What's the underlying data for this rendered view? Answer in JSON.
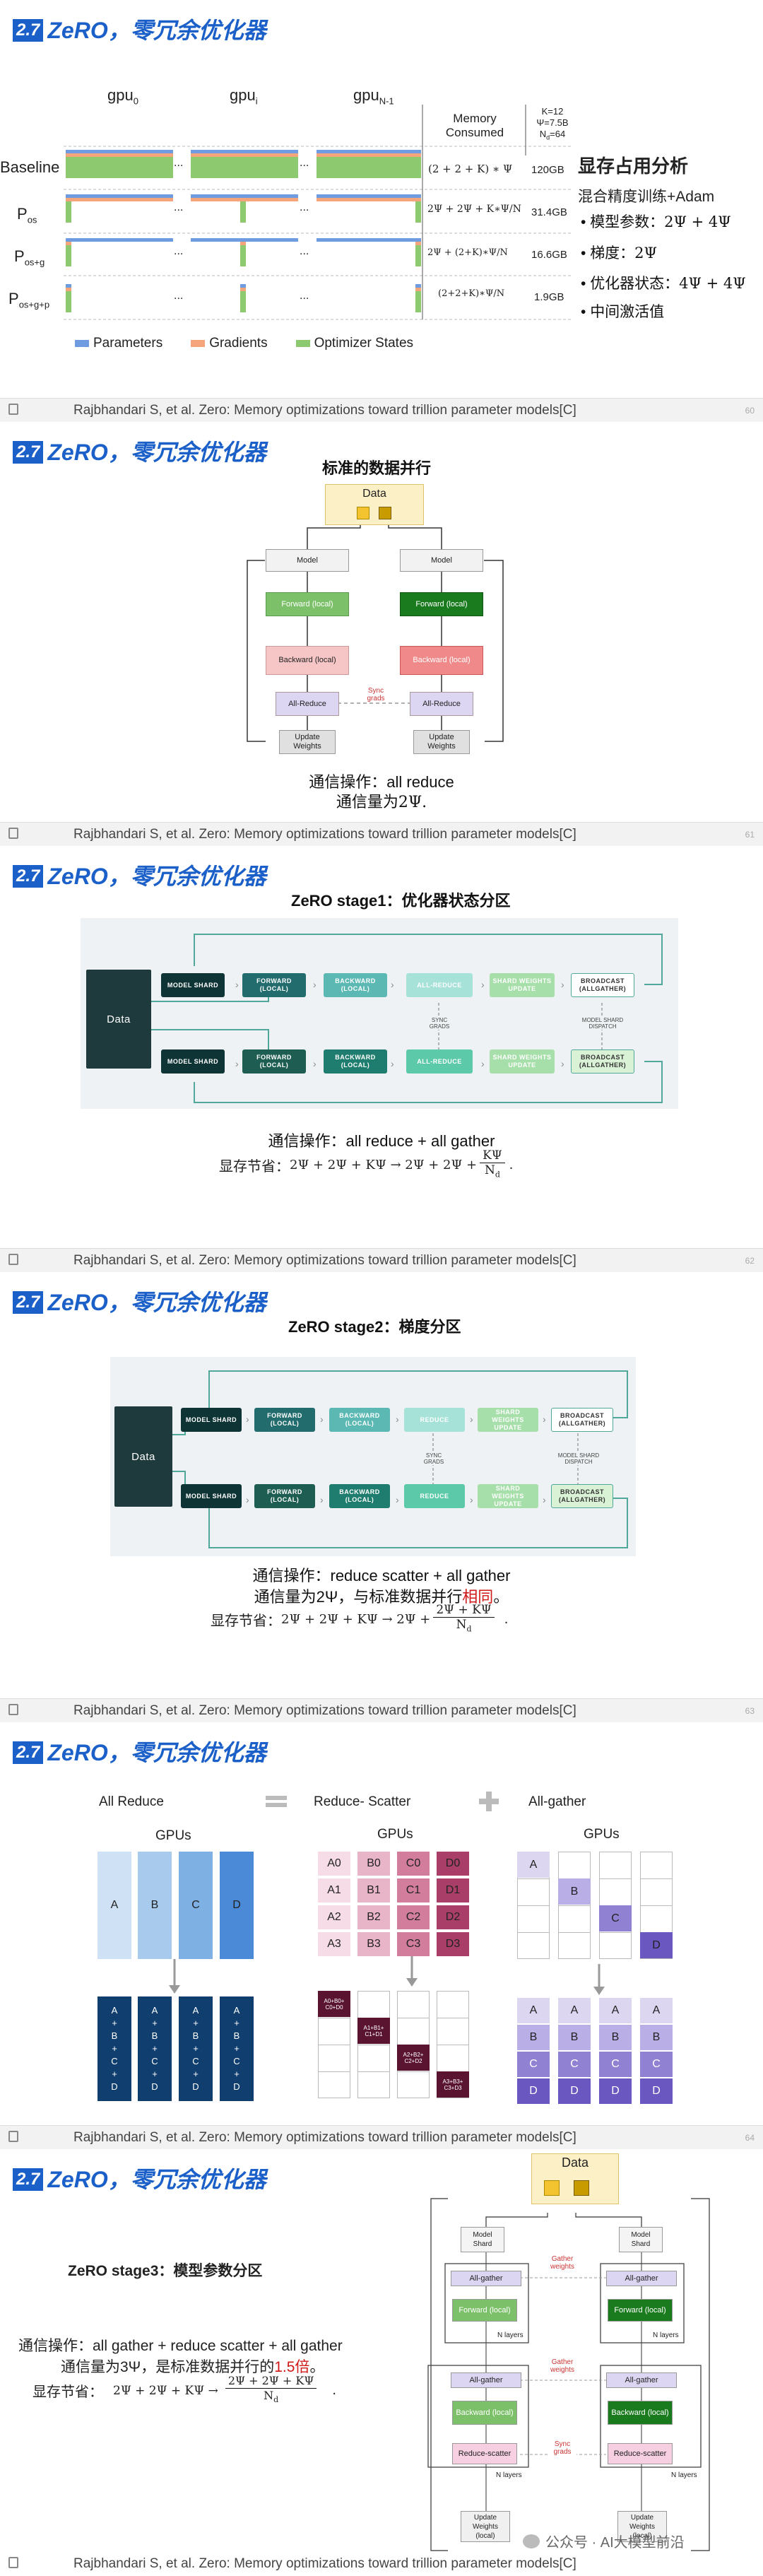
{
  "logo_num": "2.7",
  "logo_title": "ZeRO，零冗余优化器",
  "reference": "Rajbhandari S,  et al. Zero: Memory optimizations toward trillion parameter models[C]",
  "slide1": {
    "gpus": [
      "gpu",
      "gpu",
      "gpu"
    ],
    "gpu_subs": [
      "0",
      "i",
      "N-1"
    ],
    "dots": "...",
    "rows": [
      "Baseline",
      "P",
      "P",
      "P"
    ],
    "row_subs": [
      "",
      "os",
      "os+g",
      "os+g+p"
    ],
    "mem_header": "Memory Consumed",
    "params_head": [
      "K=12",
      "Ψ=7.5B",
      "N",
      "=64"
    ],
    "params_sub": "d",
    "formulas": [
      "(2 + 2 + K) ∗ Ψ",
      "2Ψ + 2Ψ + K∗Ψ/N",
      "2Ψ + (2+K)∗Ψ/N",
      "(2+2+K)∗Ψ/N"
    ],
    "formulas_sub": [
      "",
      "d",
      "d",
      "d"
    ],
    "mem_values": [
      "120GB",
      "31.4GB",
      "16.6GB",
      "1.9GB"
    ],
    "legend": [
      "Parameters",
      "Gradients",
      "Optimizer States"
    ],
    "legend_colors": [
      "#6f9be0",
      "#f4a57b",
      "#8cc96f"
    ],
    "analysis_title": "显存占用分析",
    "analysis_sub": "混合精度训练+Adam",
    "analysis_items": [
      "模型参数：2Ψ + 4Ψ",
      "梯度：2Ψ",
      "优化器状态：4Ψ + 4Ψ",
      "中间激活值"
    ],
    "page": "60"
  },
  "slide2": {
    "subtitle": "标准的数据并行",
    "data": "Data",
    "model": "Model",
    "forward": "Forward (local)",
    "backward": "Backward (local)",
    "allreduce": "All-Reduce",
    "sync": "Sync grads",
    "update": "Update Weights",
    "comm": "通信操作：all reduce",
    "comm2": "通信量为2Ψ.",
    "page": "61"
  },
  "slide3": {
    "subtitle": "ZeRO stage1：优化器状态分区",
    "data": "Data",
    "stages": [
      "MODEL SHARD",
      "FORWARD (LOCAL)",
      "BACKWARD (LOCAL)",
      "ALL-REDUCE",
      "SHARD WEIGHTS UPDATE",
      "BROADCAST (ALLGATHER)"
    ],
    "sync": "SYNC GRADS",
    "dispatch": "MODEL SHARD DISPATCH",
    "comm": "通信操作：all reduce + all gather",
    "save_label": "显存节省：",
    "save_math": "2Ψ + 2Ψ + KΨ  →  2Ψ + 2Ψ +",
    "frac_num": "KΨ",
    "frac_den": "N",
    "frac_den_sub": "d",
    "page": "62"
  },
  "slide4": {
    "subtitle": "ZeRO stage2：梯度分区",
    "data": "Data",
    "stages": [
      "MODEL SHARD",
      "FORWARD (LOCAL)",
      "BACKWARD (LOCAL)",
      "REDUCE",
      "SHARD WEIGHTS UPDATE",
      "BROADCAST (ALLGATHER)"
    ],
    "sync": "SYNC GRADS",
    "dispatch": "MODEL SHARD DISPATCH",
    "comm": "通信操作：reduce scatter + all gather",
    "comm2_a": "通信量为2Ψ，与标准数据并行",
    "comm2_b": "相同",
    "save_label": "显存节省：",
    "save_math": "2Ψ + 2Ψ + KΨ  →  2Ψ +",
    "frac_num": "2Ψ + KΨ",
    "frac_den": "N",
    "frac_den_sub": "d",
    "page": "63"
  },
  "slide5": {
    "titles": [
      "All Reduce",
      "Reduce- Scatter",
      "All-gather"
    ],
    "gpus": "GPUs",
    "ar_cells": [
      "A",
      "B",
      "C",
      "D"
    ],
    "ar_sum": "A + B + C + D",
    "rs_grid": [
      [
        "A0",
        "B0",
        "C0",
        "D0"
      ],
      [
        "A1",
        "B1",
        "C1",
        "D1"
      ],
      [
        "A2",
        "B2",
        "C2",
        "D2"
      ],
      [
        "A3",
        "B3",
        "C3",
        "D3"
      ]
    ],
    "rs_out": [
      "A0+B0+ C0+D0",
      "A1+B1+ C1+D1",
      "A2+B2+ C2+D2",
      "A3+B3+ C3+D3"
    ],
    "ag_in": [
      "A",
      "B",
      "C",
      "D"
    ],
    "ag_out": [
      "A",
      "B",
      "C",
      "D"
    ],
    "page": "64"
  },
  "slide6": {
    "stage_title": "ZeRO stage3：模型参数分区",
    "comm": "通信操作：all gather + reduce scatter + all gather",
    "comm2_a": "通信量为3Ψ，是标准数据并行的",
    "comm2_b": "1.5倍",
    "save_label": "显存节省：",
    "save_math": "2Ψ + 2Ψ + KΨ  →",
    "frac_num": "2Ψ + 2Ψ + KΨ",
    "frac_den": "N",
    "frac_den_sub": "d",
    "data": "Data",
    "shard": "Model Shard",
    "allgather": "All-gather",
    "gather_weights": "Gather weights",
    "forward": "Forward (local)",
    "backward": "Backward (local)",
    "nlayers": "N layers",
    "reduce_scatter": "Reduce-scatter",
    "sync": "Sync grads",
    "update": "Update Weights (local)",
    "watermark": "公众号 · AI大模型前沿"
  }
}
